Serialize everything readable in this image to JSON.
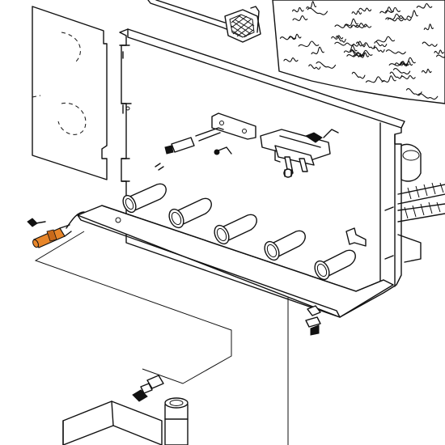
{
  "diagram": {
    "kind": "exploded parts view",
    "parts": [
      "cover-plate",
      "burner-panel",
      "insulation-block",
      "gasket-strip",
      "burner-tube-1",
      "burner-tube-2",
      "burner-tube-3",
      "burner-tube-4",
      "burner-tube-5",
      "pilot-burner-assembly",
      "thermocouple-bracket",
      "ignition-electrode",
      "gas-manifold",
      "mounting-bracket",
      "support-leg",
      "gas-pipe"
    ],
    "highlighted_part": "ignition-electrode",
    "highlight_color": "#e8862a",
    "line_color": "#111111",
    "background": "#ffffff"
  }
}
